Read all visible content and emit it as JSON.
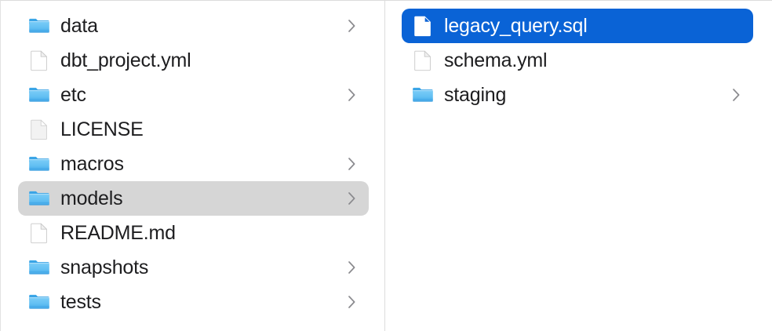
{
  "app": {
    "name": "Finder",
    "view": "column-view"
  },
  "colors": {
    "window_background": "#ffffff",
    "active_selection": "#0a63d6",
    "inactive_selection": "#d6d6d6",
    "label_text": "#1d1d1f",
    "selected_label_text": "#ffffff",
    "chevron": "#8a8a8e",
    "divider": "#dcdcdc",
    "folder_blue": "#57b9f2",
    "folder_blue_dark": "#2e9ae0",
    "document_white": "#ffffff",
    "document_border": "#c8c8c8"
  },
  "columns": [
    {
      "name": "parent-column",
      "items": [
        {
          "label": "data",
          "icon": "folder-icon",
          "kind": "folder",
          "chevron": true,
          "selected": false,
          "selection_state": "none"
        },
        {
          "label": "dbt_project.yml",
          "icon": "document-icon",
          "kind": "file",
          "chevron": false,
          "selected": false,
          "selection_state": "none"
        },
        {
          "label": "etc",
          "icon": "folder-icon",
          "kind": "folder",
          "chevron": true,
          "selected": false,
          "selection_state": "none"
        },
        {
          "label": "LICENSE",
          "icon": "document-generic-icon",
          "kind": "file",
          "chevron": false,
          "selected": false,
          "selection_state": "none"
        },
        {
          "label": "macros",
          "icon": "folder-icon",
          "kind": "folder",
          "chevron": true,
          "selected": false,
          "selection_state": "none"
        },
        {
          "label": "models",
          "icon": "folder-icon",
          "kind": "folder",
          "chevron": true,
          "selected": true,
          "selection_state": "inactive"
        },
        {
          "label": "README.md",
          "icon": "document-icon",
          "kind": "file",
          "chevron": false,
          "selected": false,
          "selection_state": "none"
        },
        {
          "label": "snapshots",
          "icon": "folder-icon",
          "kind": "folder",
          "chevron": true,
          "selected": false,
          "selection_state": "none"
        },
        {
          "label": "tests",
          "icon": "folder-icon",
          "kind": "folder",
          "chevron": true,
          "selected": false,
          "selection_state": "none"
        }
      ]
    },
    {
      "name": "child-column",
      "items": [
        {
          "label": "legacy_query.sql",
          "icon": "document-icon",
          "kind": "file",
          "chevron": false,
          "selected": true,
          "selection_state": "active"
        },
        {
          "label": "schema.yml",
          "icon": "document-icon",
          "kind": "file",
          "chevron": false,
          "selected": false,
          "selection_state": "none"
        },
        {
          "label": "staging",
          "icon": "folder-icon",
          "kind": "folder",
          "chevron": true,
          "selected": false,
          "selection_state": "none"
        }
      ]
    }
  ]
}
